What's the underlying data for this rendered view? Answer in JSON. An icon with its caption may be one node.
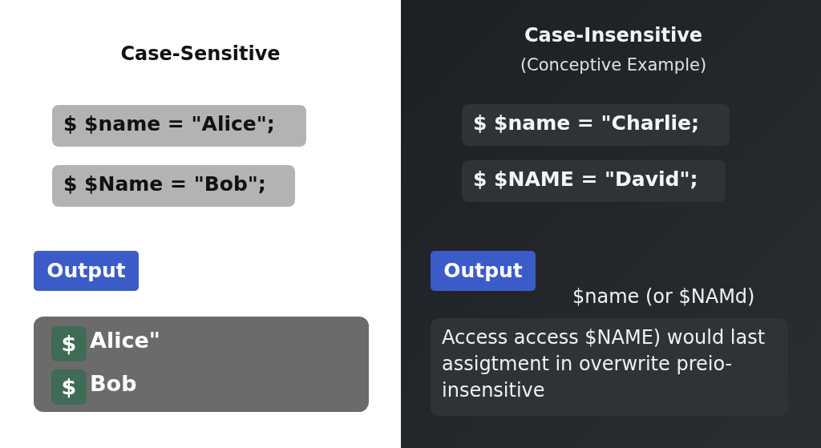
{
  "diagram": {
    "nodes": [
      {
        "text": [
          "Case-Sensitive"
        ]
      },
      {
        "text": [
          "$ $name = \"Alice\";"
        ],
        "in": 0
      },
      {
        "text": [
          "$ $Name = \"Bob\";"
        ],
        "in": 0
      },
      {
        "text": [
          "Output"
        ],
        "in": 0
      },
      {
        "text": [
          "Alice\"",
          "Bob"
        ],
        "in": 0
      },
      {
        "text": [
          "$"
        ],
        "in": 4
      },
      {
        "text": [
          "$"
        ],
        "in": 4
      },
      {
        "text": [
          "Case-Insensitive",
          "(Conceptive Example)"
        ]
      },
      {
        "text": [
          "$ $name = \"Charlie;"
        ],
        "in": 7
      },
      {
        "text": [
          "$ $NAME = \"David\";"
        ],
        "in": 7
      },
      {
        "text": [
          "Output"
        ],
        "in": 7
      },
      {
        "text": [
          "Access access $NAME) would last assigtment in overwrite preio-insensitive"
        ],
        "beside": [
          "$name (or $NAMd)"
        ],
        "in": 7
      }
    ],
    "edges": []
  }
}
